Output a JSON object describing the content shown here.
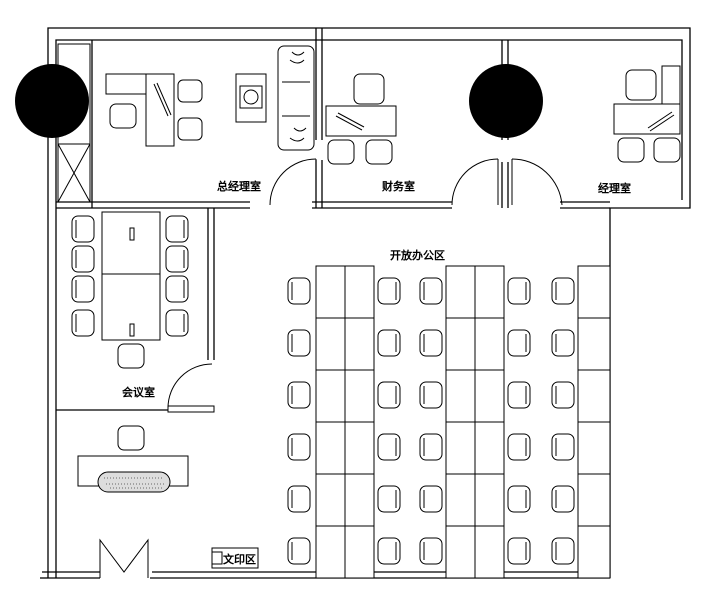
{
  "rooms": {
    "gm_office": "总经理室",
    "finance": "财务室",
    "manager": "经理室",
    "open_office": "开放办公区",
    "meeting": "会议室",
    "print_area": "文印区"
  },
  "colors": {
    "line": "#000000",
    "column": "#000000",
    "background": "#ffffff"
  },
  "icons": [
    "chair-icon",
    "desk-icon",
    "sofa-icon",
    "plant-icon",
    "door-swing-icon",
    "column-icon"
  ]
}
